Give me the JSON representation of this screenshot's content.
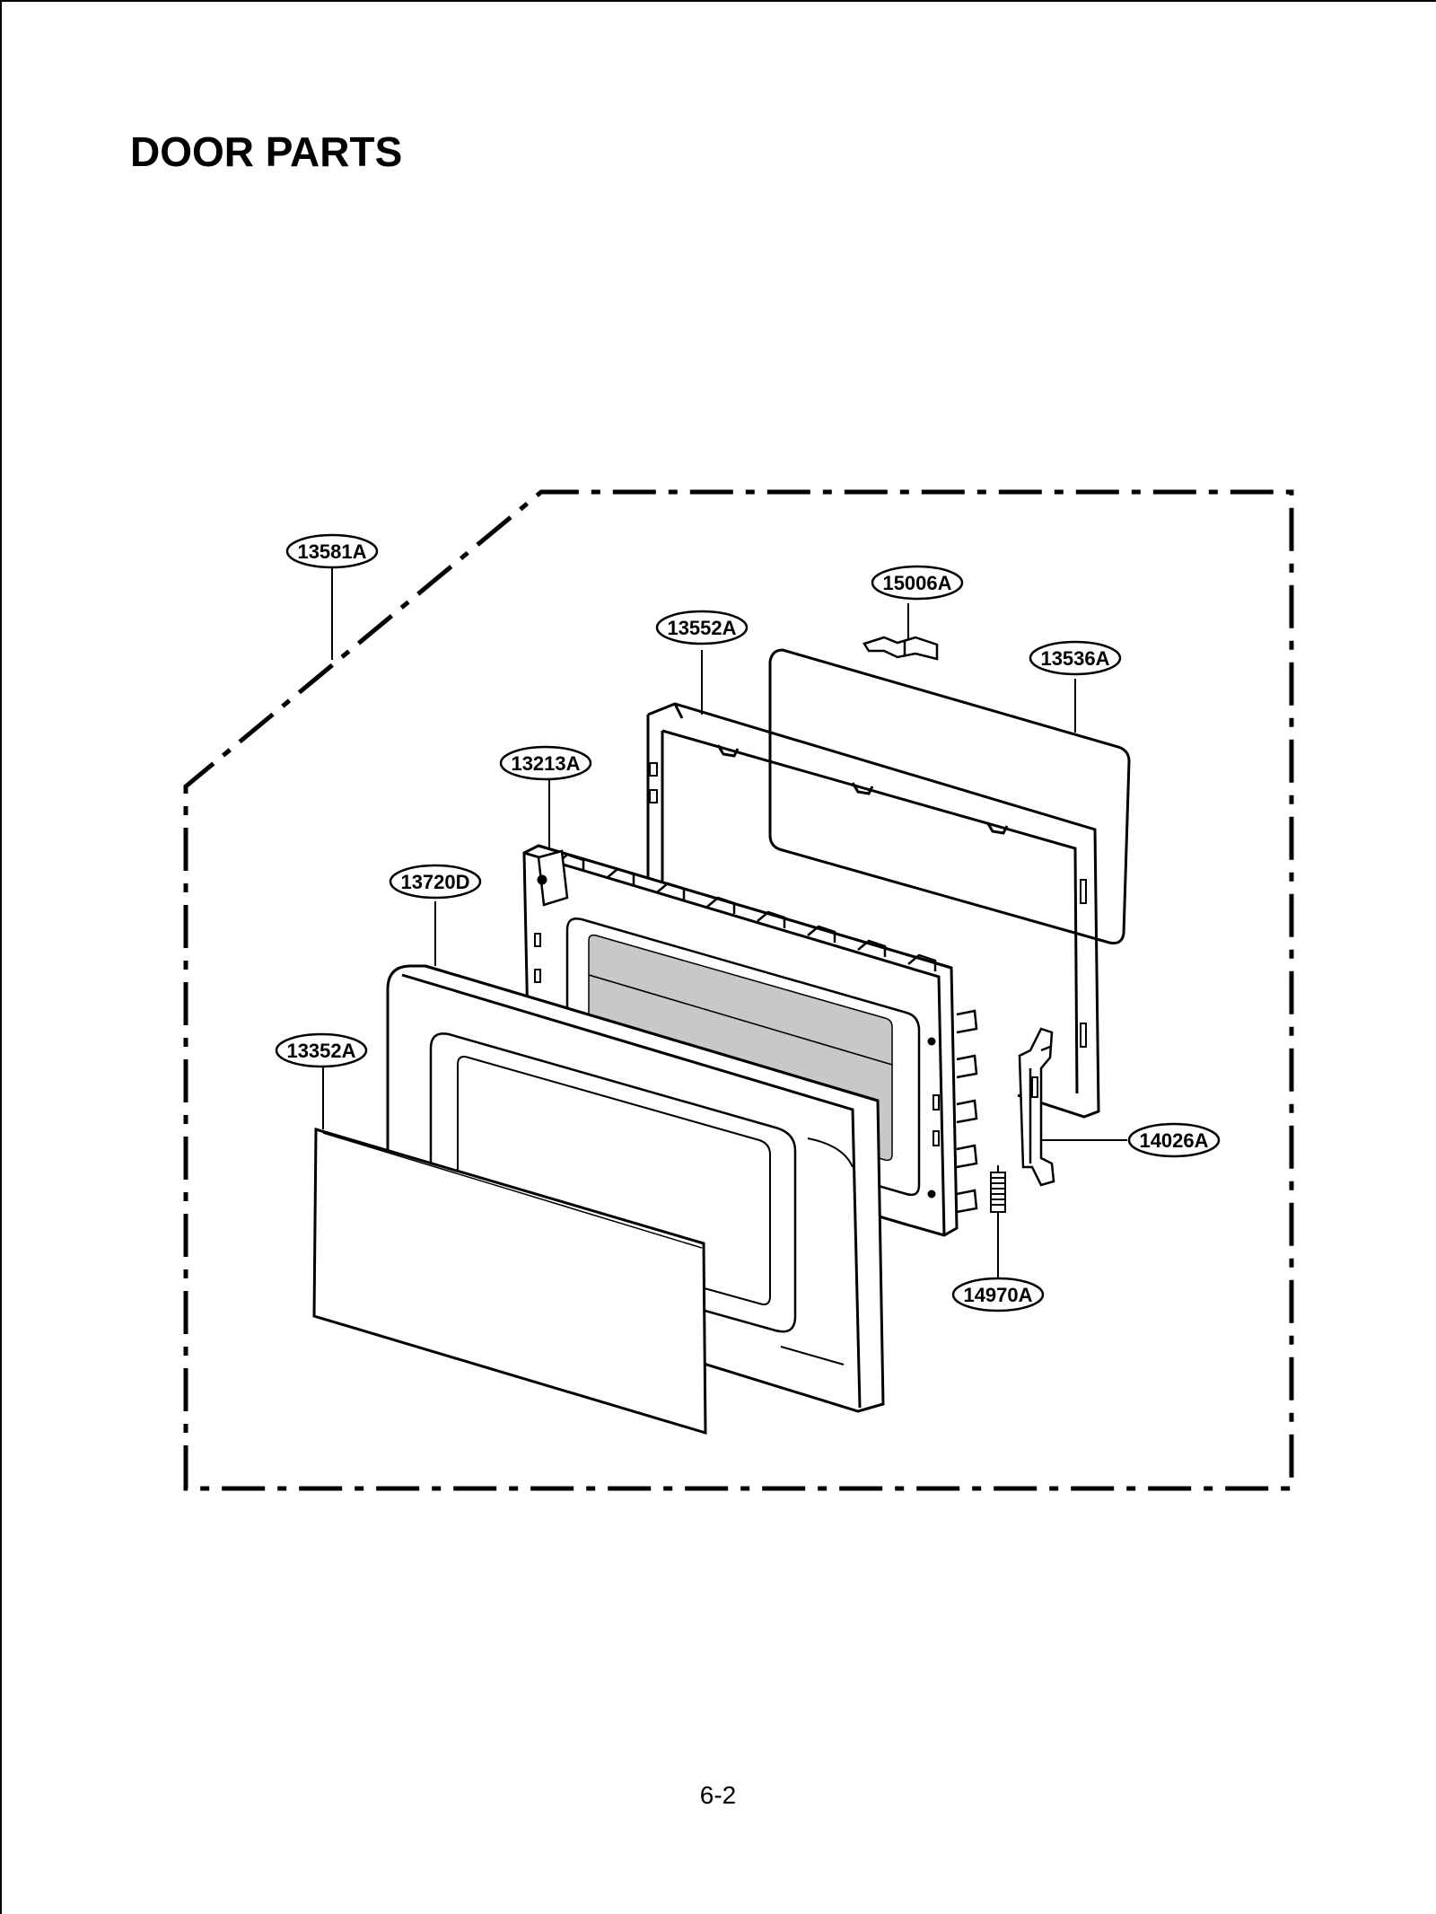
{
  "page": {
    "title": "DOOR PARTS",
    "page_number": "6-2"
  },
  "parts": [
    {
      "id": "13581A",
      "label": "13581A"
    },
    {
      "id": "15006A",
      "label": "15006A"
    },
    {
      "id": "13552A",
      "label": "13552A"
    },
    {
      "id": "13536A",
      "label": "13536A"
    },
    {
      "id": "13213A",
      "label": "13213A"
    },
    {
      "id": "13720D",
      "label": "13720D"
    },
    {
      "id": "13352A",
      "label": "13352A"
    },
    {
      "id": "14026A",
      "label": "14026A"
    },
    {
      "id": "14970A",
      "label": "14970A"
    }
  ]
}
